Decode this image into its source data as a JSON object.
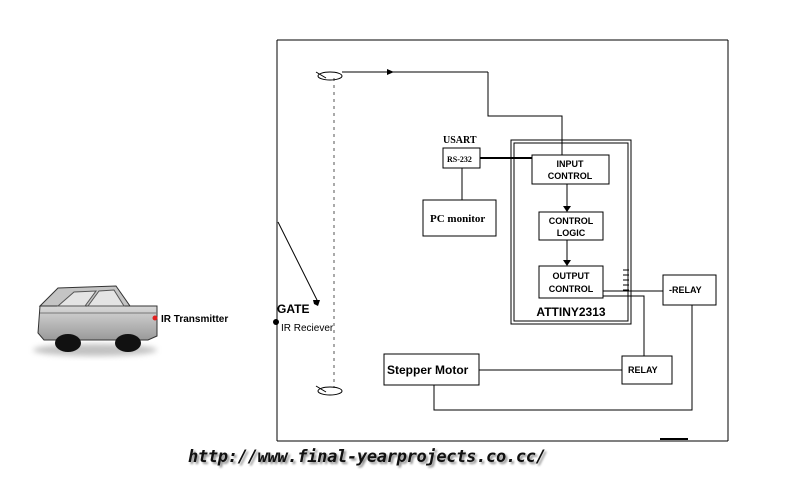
{
  "diagram": {
    "labels": {
      "usart": "USART",
      "rs232": "RS-232",
      "pc_monitor": "PC monitor",
      "input_control_1": "INPUT",
      "input_control_2": "CONTROL",
      "control_logic_1": "CONTROL",
      "control_logic_2": "LOGIC",
      "output_control_1": "OUTPUT",
      "output_control_2": "CONTROL",
      "mcu": "ATTINY2313",
      "relay_right": "-RELAY",
      "relay_bottom": "RELAY",
      "stepper_motor": "Stepper Motor",
      "gate": "GATE",
      "ir_receiver": "IR  Reciever",
      "ir_transmitter": "IR Transmitter"
    },
    "colors": {
      "line": "#000000",
      "car_body": "#bdbdbd",
      "car_window": "#d0d0d0",
      "ir_led": "#e02020"
    }
  },
  "footer": {
    "url": "http://www.final-yearprojects.co.cc/"
  }
}
